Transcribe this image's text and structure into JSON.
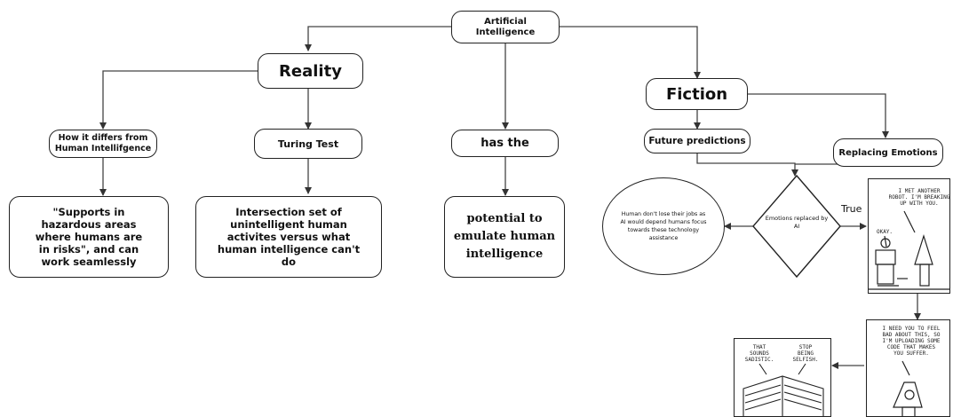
{
  "root": {
    "line1": "Artificial",
    "line2": "Intelligence"
  },
  "reality": {
    "label": "Reality"
  },
  "fiction": {
    "label": "Fiction"
  },
  "differs": {
    "line1": "How it differs from",
    "line2": "Human Intellifgence"
  },
  "turing": {
    "label": "Turing Test"
  },
  "hasthe": {
    "label": "has the"
  },
  "future": {
    "label": "Future predictions"
  },
  "emotions": {
    "label": "Replacing Emotions"
  },
  "supports": {
    "lines": [
      "\"Supports in",
      "hazardous areas",
      "where humans are",
      "in risks\", and can",
      "work seamlessly"
    ]
  },
  "intersection": {
    "lines": [
      "Intersection set of",
      "unintelligent human",
      "activites versus what",
      "human intelligence can't",
      "do"
    ]
  },
  "potential": {
    "lines": [
      "potential to",
      "emulate human",
      "intelligence"
    ]
  },
  "circle": {
    "lines": [
      "Human don't lose their jobs as",
      "AI would depend humans focus",
      "towards these technology",
      "assistance"
    ]
  },
  "diamond": {
    "lines": [
      "Emotions replaced by",
      "AI"
    ]
  },
  "edge_true": "True",
  "comic": {
    "panel1": {
      "lines": [
        "I MET ANOTHER",
        "ROBOT. I'M BREAKING",
        "UP WITH YOU."
      ],
      "reply": "OKAY."
    },
    "panel2": {
      "lines": [
        "I NEED YOU TO FEEL",
        "BAD ABOUT THIS, SO",
        "I'M UPLOADING SOME",
        "CODE THAT MAKES",
        "YOU SUFFER."
      ]
    },
    "panel3": {
      "left": [
        "THAT",
        "SOUNDS",
        "SADISTIC."
      ],
      "right": [
        "STOP",
        "BEING",
        "SELFISH."
      ]
    }
  }
}
